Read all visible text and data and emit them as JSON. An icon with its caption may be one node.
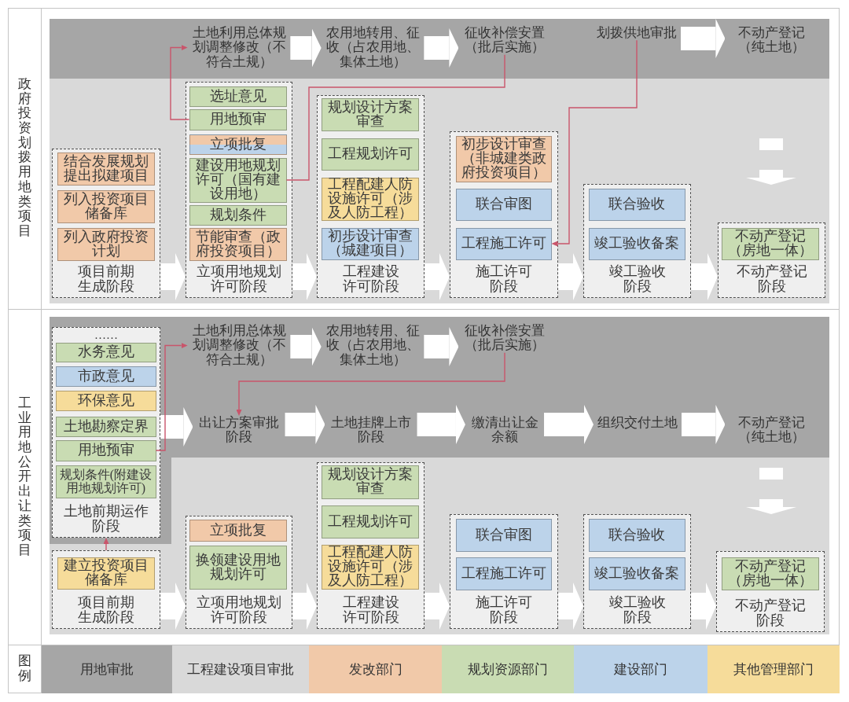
{
  "diagram": {
    "nodes": [
      {
        "text": [
          "土地利用总体规划调整修改（不符合土规）"
        ]
      },
      {
        "text": [
          "农用地转用、征收（占农用地、集体土地）"
        ]
      },
      {
        "text": [
          "征收补偿安置（批后实施）"
        ]
      },
      {
        "text": [
          "划拨供地审批"
        ]
      },
      {
        "text": [
          "不动产登记（纯土地）"
        ]
      },
      {
        "text": [
          "项目前期生成阶段"
        ]
      },
      {
        "text": [
          "结合发展规划提出拟建项目"
        ],
        "in": 5
      },
      {
        "text": [
          "列入投资项目储备库"
        ],
        "in": 5
      },
      {
        "text": [
          "列入政府投资计划"
        ],
        "in": 5
      },
      {
        "text": [
          "立项用地规划许可阶段"
        ]
      },
      {
        "text": [
          "选址意见"
        ],
        "in": 9
      },
      {
        "text": [
          "用地预审"
        ],
        "in": 9
      },
      {
        "text": [
          "立项批复"
        ],
        "in": 9
      },
      {
        "text": [
          "建设用地规划许可（国有建设用地）"
        ],
        "in": 9
      },
      {
        "text": [
          "规划条件"
        ],
        "in": 9
      },
      {
        "text": [
          "节能审查（政府投资项目）"
        ],
        "in": 9
      },
      {
        "text": [
          "工程建设许可阶段"
        ]
      },
      {
        "text": [
          "规划设计方案审查"
        ],
        "in": 16
      },
      {
        "text": [
          "工程规划许可"
        ],
        "in": 16
      },
      {
        "text": [
          "工程配建人防设施许可（涉及人防工程）"
        ],
        "in": 16
      },
      {
        "text": [
          "初步设计审查（城建项目）"
        ],
        "in": 16
      },
      {
        "text": [
          "施工许可阶段"
        ]
      },
      {
        "text": [
          "初步设计审查（非城建类政府投资项目）"
        ],
        "in": 21
      },
      {
        "text": [
          "联合审图"
        ],
        "in": 21
      },
      {
        "text": [
          "工程施工许可"
        ],
        "in": 21
      },
      {
        "text": [
          "竣工验收阶段"
        ]
      },
      {
        "text": [
          "联合验收"
        ],
        "in": 25
      },
      {
        "text": [
          "竣工验收备案"
        ],
        "in": 25
      },
      {
        "text": [
          "不动产登记阶段"
        ]
      },
      {
        "text": [
          "不动产登记（房地一体）"
        ],
        "in": 28
      },
      {
        "text": [
          "土地前期运作阶段"
        ]
      },
      {
        "text": [
          "水务意见"
        ],
        "in": 30
      },
      {
        "text": [
          "市政意见"
        ],
        "in": 30
      },
      {
        "text": [
          "环保意见"
        ],
        "in": 30
      },
      {
        "text": [
          "土地勘察定界"
        ],
        "in": 30
      },
      {
        "text": [
          "用地预审"
        ],
        "in": 30
      },
      {
        "text": [
          "规划条件(附建设用地规划许可)"
        ],
        "in": 30
      },
      {
        "text": [
          "土地利用总体规划调整修改（不符合土规）"
        ]
      },
      {
        "text": [
          "农用地转用、征收（占农用地、集体土地）"
        ]
      },
      {
        "text": [
          "征收补偿安置（批后实施）"
        ]
      },
      {
        "text": [
          "出让方案审批阶段"
        ]
      },
      {
        "text": [
          "土地挂牌上市阶段"
        ]
      },
      {
        "text": [
          "缴清出让金余额"
        ]
      },
      {
        "text": [
          "组织交付土地"
        ]
      },
      {
        "text": [
          "不动产登记（纯土地）"
        ]
      },
      {
        "text": [
          "项目前期生成阶段"
        ]
      },
      {
        "text": [
          "建立投资项目储备库"
        ],
        "in": 45
      },
      {
        "text": [
          "立项用地规划许可阶段"
        ]
      },
      {
        "text": [
          "立项批复"
        ],
        "in": 47
      },
      {
        "text": [
          "换领建设用地规划许可"
        ],
        "in": 47
      },
      {
        "text": [
          "工程建设许可阶段"
        ]
      },
      {
        "text": [
          "规划设计方案审查"
        ],
        "in": 50
      },
      {
        "text": [
          "工程规划许可"
        ],
        "in": 50
      },
      {
        "text": [
          "工程配建人防设施许可（涉及人防工程）"
        ],
        "in": 50
      },
      {
        "text": [
          "施工许可阶段"
        ]
      },
      {
        "text": [
          "联合审图"
        ],
        "in": 54
      },
      {
        "text": [
          "工程施工许可"
        ],
        "in": 54
      },
      {
        "text": [
          "竣工验收阶段"
        ]
      },
      {
        "text": [
          "联合验收"
        ],
        "in": 57
      },
      {
        "text": [
          "竣工验收备案"
        ],
        "in": 57
      },
      {
        "text": [
          "不动产登记阶段"
        ]
      },
      {
        "text": [
          "不动产登记（房地一体）"
        ],
        "in": 60
      }
    ],
    "edges": [
      {
        "from": 0,
        "to": 1,
        "arrow": "to"
      },
      {
        "from": 1,
        "to": 2,
        "arrow": "to"
      },
      {
        "from": 3,
        "to": 4,
        "arrow": "to"
      },
      {
        "from": 5,
        "to": 9,
        "arrow": "to"
      },
      {
        "from": 9,
        "to": 16,
        "arrow": "to"
      },
      {
        "from": 16,
        "to": 21,
        "arrow": "to"
      },
      {
        "from": 21,
        "to": 25,
        "arrow": "to"
      },
      {
        "from": 25,
        "to": 28,
        "arrow": "to"
      },
      {
        "from": 11,
        "to": 0,
        "arrow": "to",
        "color": "#c9556b"
      },
      {
        "from": 2,
        "to": 13,
        "arrow": "none",
        "color": "#c9556b"
      },
      {
        "from": 3,
        "to": 24,
        "arrow": "to",
        "color": "#c9556b"
      },
      {
        "from": 37,
        "to": 38,
        "arrow": "to"
      },
      {
        "from": 38,
        "to": 39,
        "arrow": "to"
      },
      {
        "from": 30,
        "to": 40,
        "arrow": "to"
      },
      {
        "from": 40,
        "to": 41,
        "arrow": "to"
      },
      {
        "from": 41,
        "to": 42,
        "arrow": "to"
      },
      {
        "from": 42,
        "to": 43,
        "arrow": "to"
      },
      {
        "from": 43,
        "to": 44,
        "arrow": "to"
      },
      {
        "from": 45,
        "to": 47,
        "arrow": "to"
      },
      {
        "from": 47,
        "to": 50,
        "arrow": "to"
      },
      {
        "from": 50,
        "to": 54,
        "arrow": "to"
      },
      {
        "from": 54,
        "to": 57,
        "arrow": "to"
      },
      {
        "from": 57,
        "to": 60,
        "arrow": "to"
      },
      {
        "from": 35,
        "to": 37,
        "arrow": "to",
        "color": "#c9556b"
      },
      {
        "from": 39,
        "to": 40,
        "arrow": "to",
        "color": "#c9556b"
      },
      {
        "from": 45,
        "to": 30,
        "arrow": "to",
        "color": "#c9556b"
      }
    ],
    "labels": [
      "政府投资划拨用地类项目",
      "工业用地公开出让类项目",
      "……",
      "图例"
    ],
    "legend": [
      {
        "text": "用地审批",
        "color": "#a6a6a6"
      },
      {
        "text": "工程建设项目审批",
        "color": "#d9d9d9"
      },
      {
        "text": "发改部门",
        "color": "#f1c9a9"
      },
      {
        "text": "规划资源部门",
        "color": "#c9dcb3"
      },
      {
        "text": "建设部门",
        "color": "#bcd3ea"
      },
      {
        "text": "其他管理部门",
        "color": "#f6dc9a"
      }
    ]
  }
}
